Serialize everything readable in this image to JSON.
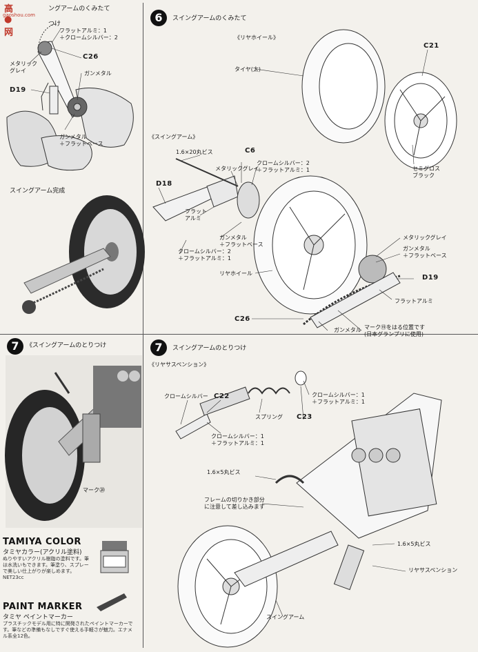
{
  "watermark": {
    "logo": "高●网",
    "url": "gaoshou.com"
  },
  "left_top": {
    "heading": "ングアームのくみたて",
    "heading_tail": "つけ",
    "labels": {
      "flat_chrome": "フラットアルミ：1\n＋クロームシルバー：2",
      "c26": "C26",
      "metallic_grey": "メタリック\nグレイ",
      "gunmetal": "ガンメタル",
      "d19": "D19",
      "gunmetal_flatbase": "ガンメタル\n＋フラットベース"
    }
  },
  "left_mid": {
    "title": "スイングアーム完成"
  },
  "left_step7": {
    "step": "7",
    "heading": "《スイングアームのとりつけ",
    "mark": "マーク⑳"
  },
  "ads": {
    "tamiya_color": {
      "title": "TAMIYA COLOR",
      "subtitle": "タミヤカラー(アクリル塗料)",
      "text": "ぬりやすいアクリル樹脂の塗料です。筆は水洗いもできます。筆塗り、スプレーで美しい仕上がりが楽しめます。NET23cc"
    },
    "paint_marker": {
      "title": "PAINT MARKER",
      "subtitle": "タミヤ ペイントマーカー",
      "text": "プラスチックモデル用に特に開発されたペイントマーカーです。筆などの準備もなしですぐ使える手軽さが魅力。エナメル系全12色。"
    }
  },
  "step6": {
    "step": "6",
    "heading": "スイングアームのくみたて",
    "rear_wheel_hdr": "《リヤホイール》",
    "c21": "C21",
    "tire": "タイヤ(太)",
    "semi_gloss_black": "セミグロス\nブラック",
    "swingarm_hdr": "《スイングアーム》",
    "screw": "1.6×20丸ビス",
    "c6": "C6",
    "metallic_grey": "メタリックグレイ",
    "chrome_flat": "クロームシルバー：2\n＋フラットアルミ：1",
    "d18": "D18",
    "flat_alu": "フラット\nアルミ",
    "gunmetal_flatbase": "ガンメタル\n＋フラットベース",
    "chrome_flat2": "クロームシルバー：2\n＋フラットアルミ：1",
    "rear_wheel": "リヤホイール",
    "metallic_grey2": "メタリックグレイ",
    "gunmetal_flatbase2": "ガンメタル\n＋フラットベース",
    "d19": "D19",
    "flat_alu2": "フラットアルミ",
    "c26": "C26",
    "gunmetal": "ガンメタル",
    "mark_note": "マーク⑲をはる位置です\n(日本グランプリに使用)"
  },
  "step7": {
    "step": "7",
    "heading": "スイングアームのとりつけ",
    "suspension_hdr": "《リヤサスペンション》",
    "chrome_silver": "クロームシルバー",
    "c22": "C22",
    "chrome_flat": "クロームシルバー：1\n＋フラットアルミ：1",
    "spring": "スプリング",
    "c23": "C23",
    "chrome_flat2": "クロームシルバー：1\n＋フラットアルミ：1",
    "screw1": "1.6×5丸ビス",
    "frame_note": "フレームの切りかき部分\nに注意して差し込みます",
    "screw2": "1.6×5丸ビス",
    "rear_suspension": "リヤサスペンション",
    "swingarm": "スイングアーム"
  }
}
